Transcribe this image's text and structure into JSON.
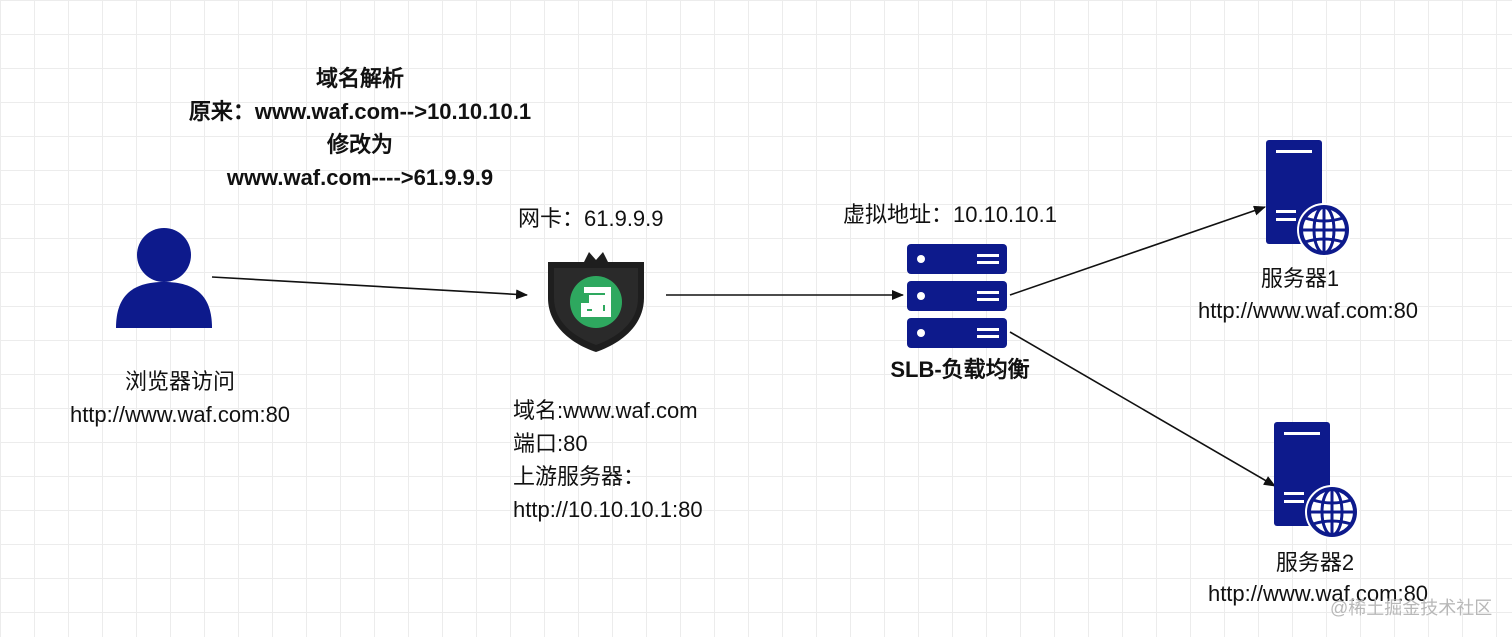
{
  "dns_note": {
    "title": "域名解析",
    "before": "原来：www.waf.com-->10.10.10.1",
    "change": "修改为",
    "after": "www.waf.com---->61.9.9.9"
  },
  "browser": {
    "label": "浏览器访问",
    "url": "http://www.waf.com:80"
  },
  "waf": {
    "nic_label": "网卡：61.9.9.9",
    "domain": "域名:www.waf.com",
    "port": "端口:80",
    "upstream_label": "上游服务器：",
    "upstream_url": "http://10.10.10.1:80"
  },
  "slb": {
    "vip_label": "虚拟地址：10.10.10.1",
    "name": "SLB-负载均衡"
  },
  "servers": [
    {
      "name": "服务器1",
      "url": "http://www.waf.com:80"
    },
    {
      "name": "服务器2",
      "url": "http://www.waf.com:80"
    }
  ],
  "watermark": "@稀土掘金技术社区",
  "colors": {
    "server_blue": "#0d1a8c",
    "waf_dark": "#1e1e1e",
    "waf_green": "#2ea85f",
    "line": "#111111",
    "grid": "#ececec"
  },
  "icons": {
    "browser": "user-icon",
    "waf": "shield-icon",
    "slb": "server-rack-icon",
    "server": "web-server-icon"
  }
}
